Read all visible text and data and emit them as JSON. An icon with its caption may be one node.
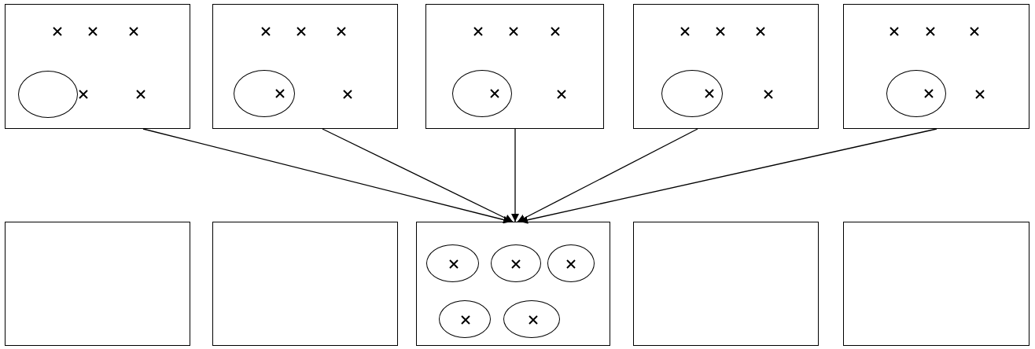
{
  "diagram": {
    "nodes": [
      {
        "text": [],
        "shape": "box"
      },
      {
        "text": [],
        "shape": "circle",
        "in": 0
      },
      {
        "text": [],
        "shape": "box"
      },
      {
        "text": [],
        "shape": "circle",
        "in": 2
      },
      {
        "text": [],
        "shape": "box"
      },
      {
        "text": [],
        "shape": "circle",
        "in": 4
      },
      {
        "text": [],
        "shape": "box"
      },
      {
        "text": [],
        "shape": "circle",
        "in": 6
      },
      {
        "text": [],
        "shape": "box"
      },
      {
        "text": [],
        "shape": "circle",
        "in": 8
      },
      {
        "text": [],
        "shape": "box"
      },
      {
        "text": [],
        "shape": "box"
      },
      {
        "text": [],
        "shape": "box"
      },
      {
        "text": [],
        "shape": "circle",
        "in": 12
      },
      {
        "text": [],
        "shape": "circle",
        "in": 12
      },
      {
        "text": [],
        "shape": "circle",
        "in": 12
      },
      {
        "text": [],
        "shape": "circle",
        "in": 12
      },
      {
        "text": [],
        "shape": "circle",
        "in": 12
      },
      {
        "text": [],
        "shape": "box"
      },
      {
        "text": [],
        "shape": "box"
      }
    ],
    "edges": [
      {
        "from": 0,
        "to": 12,
        "arrow": "to"
      },
      {
        "from": 2,
        "to": 12,
        "arrow": "to"
      },
      {
        "from": 4,
        "to": 12,
        "arrow": "to"
      },
      {
        "from": 6,
        "to": 12,
        "arrow": "to"
      },
      {
        "from": 8,
        "to": 12,
        "arrow": "to"
      }
    ]
  }
}
